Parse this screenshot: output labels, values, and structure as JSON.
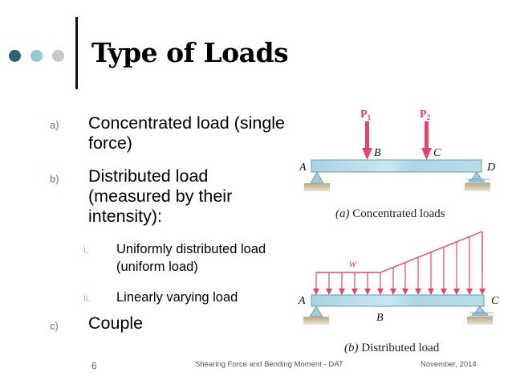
{
  "slide": {
    "title": "Type of Loads",
    "decor_dots": [
      {
        "name": "dark-teal",
        "color": "#2f6468"
      },
      {
        "name": "light-teal",
        "color": "#93c9cc"
      },
      {
        "name": "grey",
        "color": "#c8c8c8"
      }
    ],
    "items": [
      {
        "marker": "a)",
        "lines": [
          "Concentrated load (single",
          "force)"
        ]
      },
      {
        "marker": "b)",
        "lines": [
          "Distributed load",
          "(measured by their",
          "intensity):"
        ],
        "subitems": [
          {
            "marker": "i.",
            "lines": [
              "Uniformly distributed load",
              "(uniform load)"
            ]
          },
          {
            "marker": "ii.",
            "lines": [
              "Linearly varying load"
            ]
          }
        ]
      },
      {
        "marker": "c)",
        "lines": [
          "Couple"
        ]
      }
    ],
    "figure_a": {
      "caption_prefix": "(a)",
      "caption_text": "Concentrated loads",
      "labels": {
        "p1": "P",
        "p1_sub": "1",
        "p2": "P",
        "p2_sub": "2",
        "a": "A",
        "b": "B",
        "c": "C",
        "d": "D"
      }
    },
    "figure_b": {
      "caption_prefix": "(b)",
      "caption_text": "Distributed load",
      "labels": {
        "w": "w",
        "a": "A",
        "b": "B",
        "c": "C"
      }
    },
    "colors": {
      "load_arrow": "#e0486a",
      "beam_fill": "#b5dbe6",
      "beam_stroke": "#5f8fa0",
      "ground": "#cbbf9e"
    },
    "footer": {
      "page_number": "6",
      "center_text": "Shearing Force and Bending Moment  - DAT",
      "date": "November, 2014"
    }
  }
}
